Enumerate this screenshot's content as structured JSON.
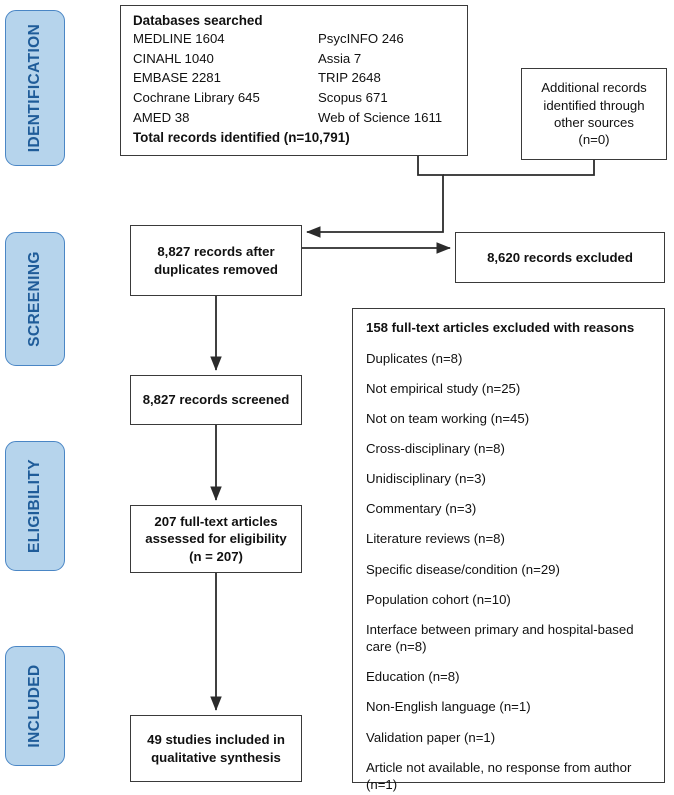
{
  "stages": [
    {
      "id": "identification",
      "label": "IDENTIFICATION"
    },
    {
      "id": "screening",
      "label": "SCREENING"
    },
    {
      "id": "eligibility",
      "label": "ELIGIBILITY"
    },
    {
      "id": "included",
      "label": "INCLUDED"
    }
  ],
  "databases_box": {
    "title": "Databases searched",
    "entries_left": [
      "MEDLINE 1604",
      "CINAHL 1040",
      "EMBASE 2281",
      "Cochrane Library 645",
      "AMED 38"
    ],
    "entries_right": [
      "PsycINFO 246",
      "Assia 7",
      "TRIP 2648",
      "Scopus 671",
      "Web of Science 1611"
    ],
    "total": "Total records identified (n=10,791)"
  },
  "additional_records_box": {
    "line1": "Additional records",
    "line2": "identified through",
    "line3": "other sources",
    "line4": "(n=0)"
  },
  "duplicates_box": {
    "line1": "8,827 records after",
    "line2": "duplicates removed"
  },
  "excluded_box": {
    "line1": "8,620 records excluded"
  },
  "screened_box": {
    "line1": "8,827 records screened"
  },
  "assessed_box": {
    "line1": "207 full-text articles",
    "line2": "assessed for eligibility",
    "line3": "(n = 207)"
  },
  "included_box": {
    "line1": "49 studies included in",
    "line2": "qualitative synthesis"
  },
  "reasons_panel": {
    "title": "158  full-text articles excluded with reasons",
    "items": [
      "Duplicates (n=8)",
      "Not empirical study (n=25)",
      "Not on team working (n=45)",
      "Cross-disciplinary (n=8)",
      "Unidisciplinary (n=3)",
      "Commentary (n=3)",
      "Literature reviews (n=8)",
      "Specific disease/condition (n=29)",
      "Population cohort (n=10)",
      "Interface between primary and hospital-based care (n=8)",
      "Education (n=8)",
      "Non-English language (n=1)",
      "Validation paper (n=1)",
      "Article not available, no response from author (n=1)"
    ]
  },
  "colors": {
    "tab_fill": "#b6d4ec",
    "tab_border": "#4a86c5",
    "tab_text": "#1f5c99",
    "box_border": "#3a3a3a",
    "box_text": "#111111",
    "connector": "#2b2b2b"
  }
}
